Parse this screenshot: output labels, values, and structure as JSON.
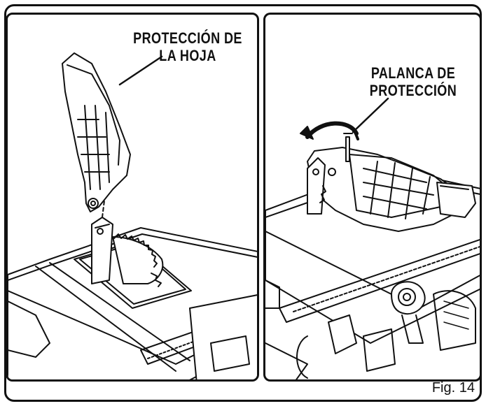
{
  "labels": {
    "blade_guard": [
      "PROTECCIÓN DE",
      "LA HOJA"
    ],
    "guard_lever": [
      "PALANCA DE",
      "PROTECCIÓN"
    ]
  },
  "figure_caption": "Fig. 14"
}
